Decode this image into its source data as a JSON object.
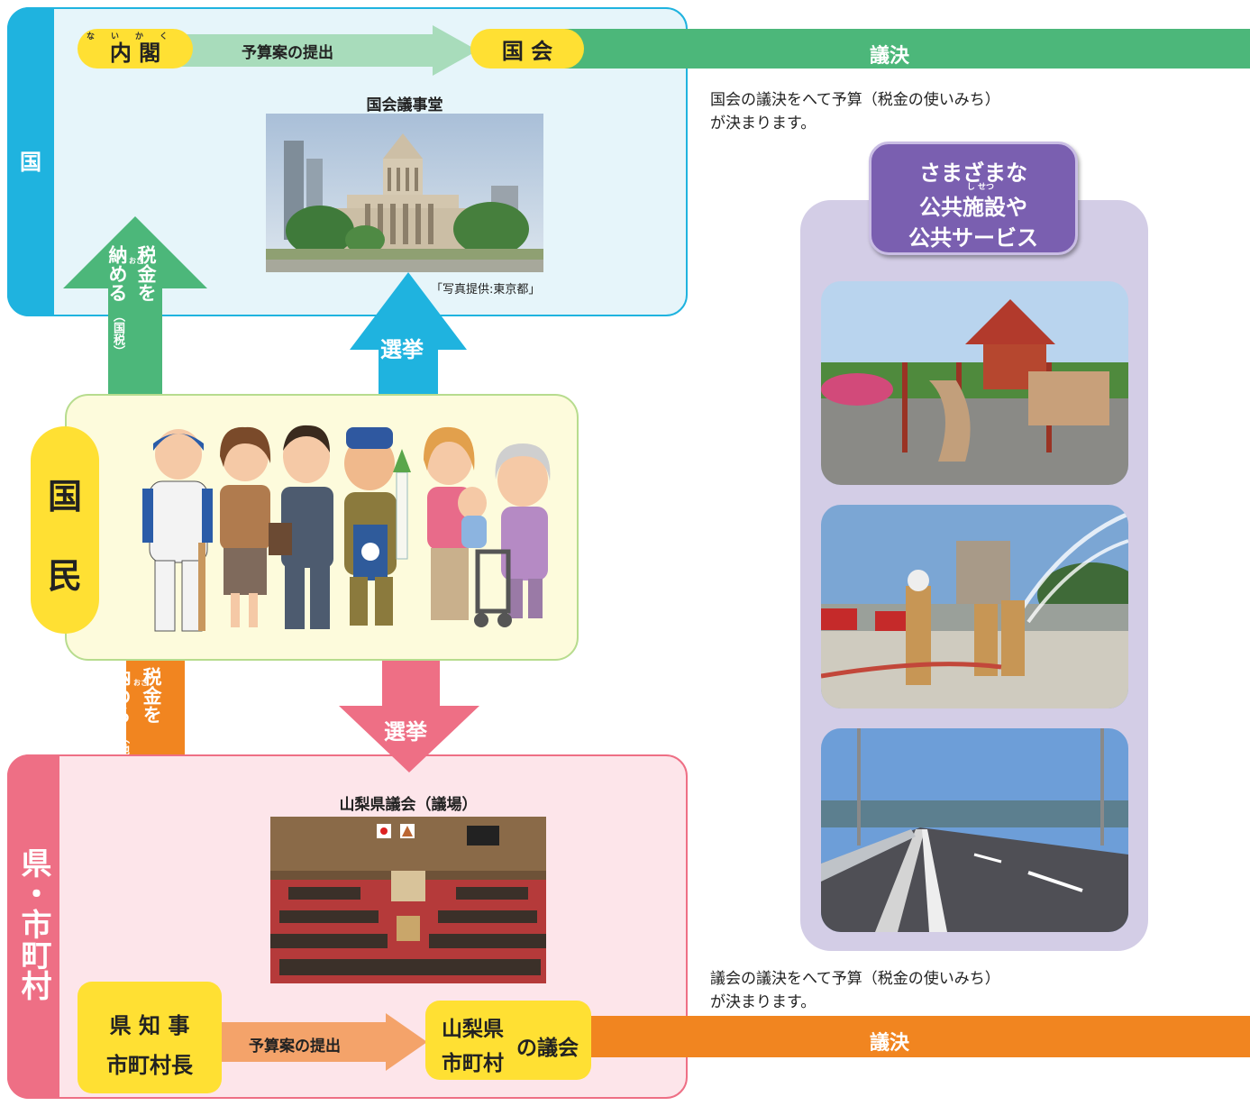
{
  "national": {
    "side_label": "国",
    "cabinet": "内 閣",
    "cabinet_ruby_1": "ない",
    "cabinet_ruby_2": "かく",
    "submit_budget": "予算案の提出",
    "diet": "国 会",
    "resolution": "議決",
    "diet_building_caption": "国会議事堂",
    "photo_credit": "「写真提供:東京都」",
    "decision_text_line1": "国会の議決をへて予算（税金の使いみち）",
    "decision_text_line2": "が決まります。",
    "election": "選挙"
  },
  "people": {
    "label_1": "国",
    "label_2": "民"
  },
  "tax_national": {
    "line1": "税金を",
    "line2": "納める",
    "ruby": "おさ",
    "paren": "（国税）"
  },
  "tax_local": {
    "line1": "税金を",
    "line2": "納める",
    "ruby": "おさ",
    "paren": "（地方税）"
  },
  "local": {
    "side_label": "県・市町村",
    "election": "選挙",
    "assembly_caption": "山梨県議会（議場）",
    "governor_line1": "県 知 事",
    "governor_line2": "市町村長",
    "submit_budget": "予算案の提出",
    "assembly_line1": "山梨県",
    "assembly_line2": "市町村",
    "assembly_suffix": "の議会",
    "resolution": "議決",
    "decision_text_line1": "議会の議決をへて予算（税金の使いみち）",
    "decision_text_line2": "が決まります。"
  },
  "services": {
    "title_line1": "さまざまな",
    "title_line2": "公共施設や",
    "title_line3": "公共サービス",
    "ruby": "し せつ"
  },
  "colors": {
    "national_blue": "#1fb3df",
    "national_bg": "#e6f5fa",
    "green": "#4cb77a",
    "yellow": "#ffe033",
    "local_pink": "#ee6f85",
    "local_bg": "#fde5ea",
    "orange": "#f18520",
    "purple": "#7a5fb0",
    "lavender": "#d3cde6",
    "people_bg": "#fdfbdc"
  }
}
